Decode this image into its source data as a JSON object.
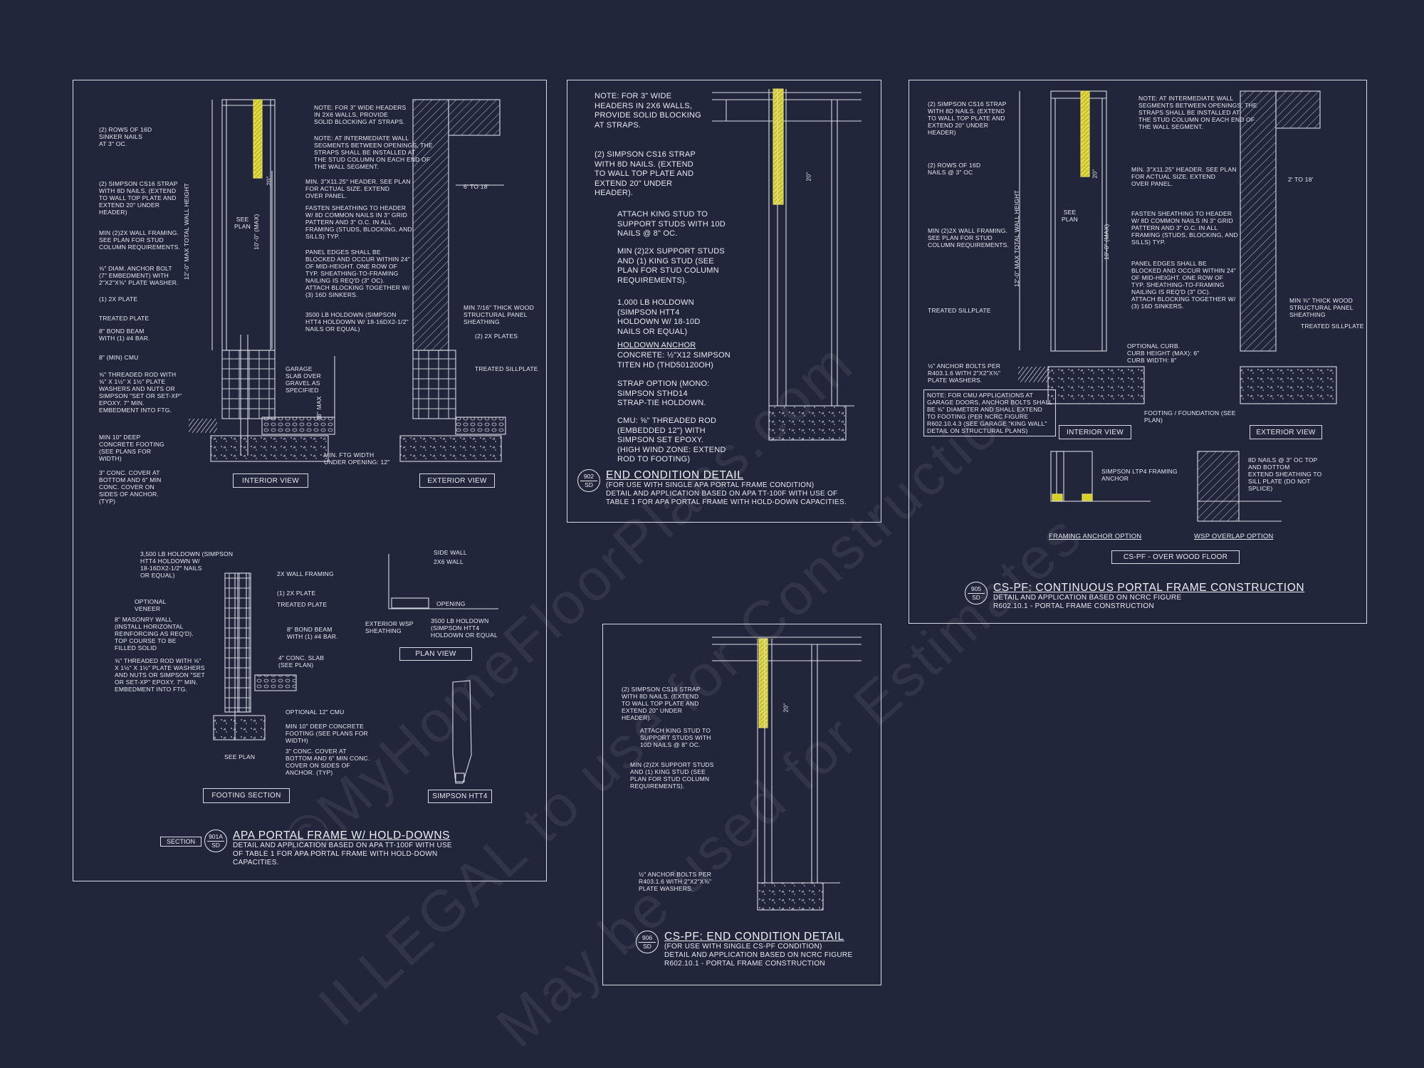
{
  "watermark": [
    "©MyHomeFloorPlans.com",
    "ILLEGAL to use for Construction",
    "May be used for Estimates"
  ],
  "panel_901": {
    "notes": {
      "sinker": "(2) ROWS OF 16d\nSINKER NAILS\nAT 3\" OC.",
      "strap": "(2) SIMPSON CS16 STRAP\nWITH 8d NAILS. (EXTEND\nTO WALL TOP PLATE AND\nEXTEND 20\" UNDER\nHEADER)",
      "wall_framing": "MIN (2)2X WALL FRAMING.\nSEE PLAN FOR STUD\nCOLUMN REQUIREMENTS.",
      "anchor": "⅝\" DIAM. ANCHOR BOLT\n(7\" EMBEDMENT) WITH\n2\"x2\"x⅜\" PLATE WASHER.",
      "plate": "(1) 2x PLATE",
      "treated": "TREATED PLATE",
      "bond": "8\" BOND BEAM\nWITH (1) #4 BAR.",
      "cmu": "8\" (MIN) CMU",
      "rod": "⅝\" THREADED ROD WITH\n⅝\" x 1½\" x 1½\" PLATE\nWASHERS AND NUTS OR\nSIMPSON \"SET OR SET-XP\"\nEPOXY. 7\" MIN.\nEMBEDMENT INTO FTG.",
      "footing": "MIN 10\" DEEP\nCONCRETE FOOTING\n(SEE PLANS FOR\nWIDTH)",
      "cover": "3\" CONC. COVER AT\nBOTTOM AND 6\" MIN\nCONC. COVER ON\nSIDES OF ANCHOR.\n(TYP)",
      "header_note": "NOTE: FOR 3\" WIDE HEADERS\nIN 2x6 WALLS, PROVIDE\nSOLID BLOCKING AT STRAPS.",
      "segments": "NOTE: AT INTERMEDIATE WALL\nSEGMENTS BETWEEN OPENINGS, THE\nSTRAPS SHALL BE INSTALLED AT\nTHE STUD COLUMN ON EACH END OF\nTHE WALL SEGMENT.",
      "min_header": "MIN. 3\"x11.25\" HEADER. SEE PLAN\nFOR ACTUAL SIZE. EXTEND\nOVER PANEL.",
      "fasten": "FASTEN SHEATHING TO HEADER\nW/ 8d COMMON NAILS IN 3\" GRID\nPATTERN AND 3\" O.C. IN ALL\nFRAMING (STUDS, BLOCKING, AND\nSILLS) TYP.",
      "panel_edges": "PANEL EDGES SHALL BE\nBLOCKED AND OCCUR WITHIN 24\"\nOF MID-HEIGHT. ONE ROW OF\nTYP. SHEATHING-TO-FRAMING\nNAILING IS REQ'D (3\" OC).\nATTACH BLOCKING TOGETHER W/\n(3) 16d SINKERS.",
      "holdown": "3500 LB HOLDOWN (SIMPSON\nHTT4 HOLDOWN W/ 18-16dx2-1/2\"\nNAILS OR EQUAL)",
      "slab": "GARAGE\nSLAB OVER\nGRAVEL AS\nSPECIFIED",
      "min_ftg": "MIN. FTG WIDTH\nUNDER OPENING: 12\"",
      "sheathing": "MIN 7/16\" THICK WOOD\nSTRUCTURAL PANEL\nSHEATHING",
      "plates2": "(2) 2x PLATES",
      "sill": "TREATED SILLPLATE",
      "six18": "6' TO 18'",
      "see_plan": "SEE\nPLAN",
      "dim20": "20\"",
      "dim10": "10'-0\" (MAX)",
      "dim12": "12'-0\" MAX TOTAL WALL HEIGHT",
      "dim48": "48\" MAX",
      "fs_holdown": "3,500 LB HOLDOWN (SIMPSON\nHTT4 HOLDOWN W/\n18-16dx2-1/2\" NAILS\nOR EQUAL)",
      "fs_wall": "2X WALL FRAMING",
      "fs_plate": "(1) 2x PLATE",
      "fs_treated": "TREATED PLATE",
      "fs_veneer": "OPTIONAL\nVENEER",
      "fs_masonry": "8\" MASONRY WALL\n(INSTALL HORIZONTAL\nREINFORCING AS REQ'D).\nTOP COURSE TO BE\nFILLED SOLID",
      "fs_bond": "8\" BOND BEAM\nWITH (1) #4 BAR.",
      "fs_slab": "4\" CONC. SLAB\n(SEE PLAN)",
      "fs_rod": "⅝\" THREADED ROD WITH ⅝\"\nx 1½\" x 1½\" PLATE WASHERS\nAND NUTS OR SIMPSON \"SET\nOR SET-XP\" EPOXY. 7\" MIN.\nEMBEDMENT INTO FTG.",
      "fs_cmu": "OPTIONAL 12\" CMU",
      "fs_footing": "MIN 10\" DEEP CONCRETE\nFOOTING (SEE PLANS FOR\nWIDTH)",
      "fs_cover": "3\" CONC. COVER AT\nBOTTOM AND 6\" MIN CONC.\nCOVER ON SIDES OF\nANCHOR. (TYP)",
      "fs_seeplan": "SEE PLAN",
      "pv_side": "SIDE WALL",
      "pv_2x6": "2x6 WALL",
      "pv_opening": "OPENING",
      "pv_ext": "EXTERIOR WSP\nSHEATHING",
      "pv_holdown": "3500 LB HOLDOWN\n(SIMPSON HTT4\nHOLDOWN OR EQUAL"
    },
    "labels": {
      "interior": "INTERIOR VIEW",
      "exterior": "EXTERIOR VIEW",
      "footing": "FOOTING SECTION",
      "plan": "PLAN VIEW",
      "htt4": "SIMPSON HTT4"
    },
    "section_tag": "SECTION",
    "bubble_top": "901A",
    "bubble_bottom": "SD",
    "title": "APA PORTAL FRAME W/ HOLD-DOWNS",
    "subtitle": "DETAIL AND APPLICATION BASED ON APA TT-100F WITH USE\nOF TABLE 1 FOR APA PORTAL FRAME WITH HOLD-DOWN\nCAPACITIES."
  },
  "panel_902": {
    "notes": {
      "header_note": "NOTE: FOR 3\" WIDE\nHEADERS IN 2x6 WALLS,\nPROVIDE SOLID BLOCKING\nAT STRAPS.",
      "strap": "(2) SIMPSON CS16 STRAP\nWITH 8d NAILS. (EXTEND\nTO WALL TOP PLATE AND\nEXTEND 20\" UNDER\nHEADER).",
      "king": "ATTACH KING STUD TO\nSUPPORT STUDS WITH 10d\nNAILS @ 8\" OC.",
      "support": "MIN (2)2X SUPPORT STUDS\nAND (1) KING STUD (SEE\nPLAN FOR STUD COLUMN\nREQUIREMENTS).",
      "holdown": "1,000 LB HOLDOWN\n(SIMPSON HTT4\nHOLDOWN W/ 18-10d\nNAILS OR EQUAL)",
      "anchor_head": "HOLDOWN ANCHOR",
      "anchor": "CONCRETE: ½\"x12 SIMPSON\nTITEN HD (THD50120OH)",
      "strap_opt": "STRAP OPTION (MONO:\nSIMPSON STHD14\nSTRAP-TIE HOLDOWN.",
      "cmu": "CMU: ⅝\" THREADED ROD\n(EMBEDDED 12\") WITH\nSIMPSON SET EPOXY.\n(HIGH WIND ZONE: EXTEND\nROD TO FOOTING)",
      "dim20": "20\""
    },
    "bubble_top": "902",
    "bubble_bottom": "SD",
    "title": "END CONDITION DETAIL",
    "subtitle": "(FOR USE WITH SINGLE APA PORTAL FRAME CONDITION)\nDETAIL AND APPLICATION BASED ON APA TT-100F WITH USE OF\nTABLE 1 FOR APA PORTAL FRAME WITH HOLD-DOWN CAPACITIES."
  },
  "panel_905": {
    "notes": {
      "strap": "(2) SIMPSON CS16 STRAP\nWITH 8d NAILS. (EXTEND\nTO WALL TOP PLATE AND\nEXTEND 20\" UNDER\nHEADER)",
      "rows": "(2) ROWS OF 16d\nNAILS @ 3\" OC",
      "wall": "MIN (2)2X WALL FRAMING.\nSEE PLAN FOR STUD\nCOLUMN REQUIREMENTS.",
      "sill": "TREATED SILLPLATE",
      "anchor": "½\" ANCHOR BOLTS PER\nR403.1.6 WITH 2\"x2\"x⅜\"\nPLATE WASHERS.",
      "cmu_note": "NOTE: FOR CMU APPLICATIONS AT\nGARAGE DOORS, ANCHOR BOLTS SHALL\nBE ⅝\" DIAMETER AND SHALL EXTEND\nTO FOOTING (PER NCRC FIGURE\nR602.10.4.3 (SEE GARAGE \"KING WALL\"\nDETAIL ON STRUCTURAL PLANS)",
      "segments": "NOTE: AT INTERMEDIATE WALL\nSEGMENTS BETWEEN OPENINGS, THE\nSTRAPS SHALL BE INSTALLED AT\nTHE STUD COLUMN ON EACH END OF\nTHE WALL SEGMENT.",
      "min_header": "MIN. 3\"x11.25\" HEADER. SEE PLAN\nFOR ACTUAL SIZE. EXTEND\nOVER PANEL.",
      "fasten": "FASTEN SHEATHING TO HEADER\nW/ 8d COMMON NAILS IN 3\" GRID\nPATTERN AND 3\" O.C. IN ALL\nFRAMING (STUDS, BLOCKING, AND\nSILLS) TYP.",
      "panel_edges": "PANEL EDGES SHALL BE\nBLOCKED AND OCCUR WITHIN 24\"\nOF MID-HEIGHT. ONE ROW OF\nTYP. SHEATHING-TO-FRAMING\nNAILING IS REQ'D (3\" OC).\nATTACH BLOCKING TOGETHER W/\n(3) 16d SINKERS.",
      "curb": "OPTIONAL CURB.\nCURB HEIGHT (MAX): 6\"\nCURB WIDTH: 8\"",
      "footing": "FOOTING / FOUNDATION (SEE\nPLAN)",
      "sheathing": "MIN ⅜\" THICK WOOD\nSTRUCTURAL PANEL\nSHEATHING",
      "sill2": "TREATED SILLPLATE",
      "two18": "2' TO 18'",
      "ltp4": "SIMPSON LTP4 FRAMING\nANCHOR",
      "nails8d": "8d NAILS @ 3\" OC TOP\nAND BOTTOM",
      "extend": "EXTEND SHEATHING TO\nSILL PLATE (DO NOT\nSPLICE)",
      "see_plan": "SEE\nPLAN",
      "dim20": "20\"",
      "dim10": "10'-0\" (MAX)",
      "dim12": "12'-0\" MAX TOTAL WALL HEIGHT"
    },
    "labels": {
      "interior": "INTERIOR VIEW",
      "exterior": "EXTERIOR VIEW",
      "framing": "FRAMING ANCHOR OPTION",
      "wsp": "WSP OVERLAP OPTION",
      "floor": "CS-PF - OVER WOOD FLOOR"
    },
    "bubble_top": "905",
    "bubble_bottom": "SD",
    "title": "CS-PF: CONTINUOUS PORTAL FRAME CONSTRUCTION",
    "subtitle": "DETAIL AND APPLICATION BASED ON NCRC FIGURE\nR602.10.1 - PORTAL FRAME CONSTRUCTION"
  },
  "panel_906": {
    "notes": {
      "strap": "(2) SIMPSON CS16 STRAP\nWITH 8d NAILS. (EXTEND\nTO WALL TOP PLATE AND\nEXTEND 20\" UNDER\nHEADER).",
      "king": "ATTACH KING STUD TO\nSUPPORT STUDS WITH\n10d NAILS @ 8\" OC.",
      "support": "MIN (2)2X SUPPORT STUDS\nAND (1) KING STUD (SEE\nPLAN FOR STUD COLUMN\nREQUIREMENTS).",
      "anchor": "½\" ANCHOR BOLTS PER\nR403.1.6 WITH 2\"x2\"x⅜\"\nPLATE WASHERS.",
      "dim20": "20\""
    },
    "bubble_top": "906",
    "bubble_bottom": "SD",
    "title": "CS-PF: END CONDITION DETAIL",
    "subtitle": "(FOR USE WITH SINGLE CS-PF CONDITION)\nDETAIL AND APPLICATION BASED ON NCRC FIGURE\nR602.10.1 - PORTAL FRAME CONSTRUCTION"
  }
}
